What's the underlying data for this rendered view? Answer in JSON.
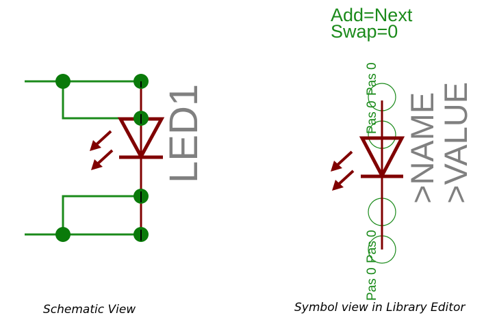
{
  "schematic": {
    "caption": "Schematic View",
    "part_label": "LED1"
  },
  "library": {
    "caption": "Symbol view in Library Editor",
    "add_attr": "Add=Next",
    "swap_attr": "Swap=0",
    "pin_labels": [
      "Pas 0",
      "Pas 0",
      "Pas 0",
      "Pas 0"
    ],
    "name_placeholder": ">NAME",
    "value_placeholder": ">VALUE"
  },
  "colors": {
    "wire": "#1a8a1a",
    "symbol": "#800000",
    "junction": "#0a7a0a",
    "label": "#808080",
    "pin_circle": "#1a8a1a",
    "pin_text": "#1a8a1a"
  }
}
